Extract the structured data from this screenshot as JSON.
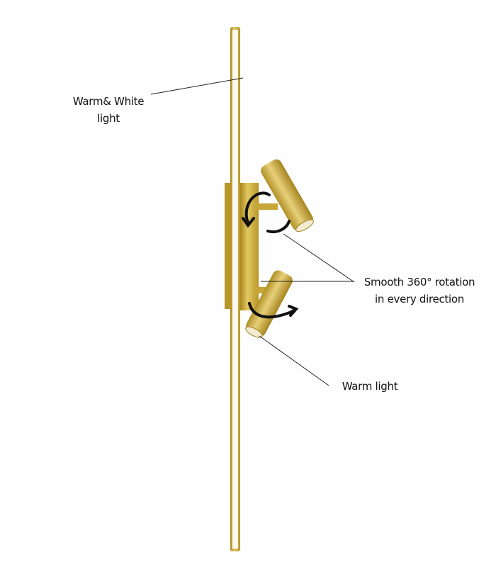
{
  "labels": {
    "warm_white_line1": "Warm& White",
    "warm_white_line2": "light",
    "rotation_line1": "Smooth 360° rotation",
    "rotation_line2": "in every direction",
    "warm_light": "Warm light"
  },
  "colors": {
    "gold": "#c9a636",
    "gold_light": "#e6cc6a",
    "gold_dark": "#9c7d20",
    "arrow": "#111111"
  }
}
